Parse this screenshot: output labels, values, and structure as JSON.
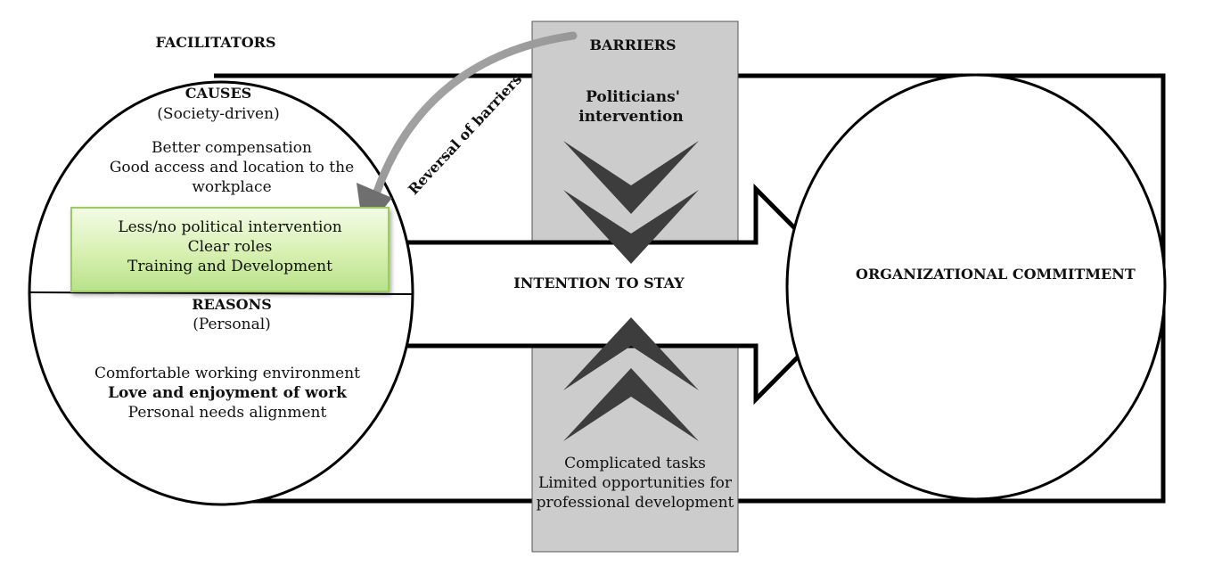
{
  "facilitators": {
    "title": "FACILITATORS",
    "causes": {
      "title": "CAUSES",
      "subtitle": "(Society-driven)",
      "items": [
        "Better compensation",
        "Good access and location to the",
        "workplace"
      ],
      "highlighted_items": [
        "Less/no political intervention",
        "Clear roles",
        "Training and Development"
      ]
    },
    "reasons": {
      "title": "REASONS",
      "subtitle": "(Personal)",
      "items": [
        "Comfortable working environment",
        "Love and enjoyment of work",
        "Personal needs alignment"
      ]
    }
  },
  "barriers": {
    "title": "BARRIERS",
    "top_items": [
      "Politicians'",
      "intervention"
    ],
    "bottom_items": [
      "Complicated tasks",
      "Limited opportunities for",
      "professional development"
    ]
  },
  "reversal_label": "Reversal of barriers",
  "center_label": "INTENTION TO STAY",
  "outcome_label": "ORGANIZATIONAL COMMITMENT",
  "colors": {
    "barrier_panel": "#cccccc",
    "chevron": "#3d3d3d",
    "highlight": "#d7f0b0",
    "reversal_arrow": "#8c8c8c"
  }
}
